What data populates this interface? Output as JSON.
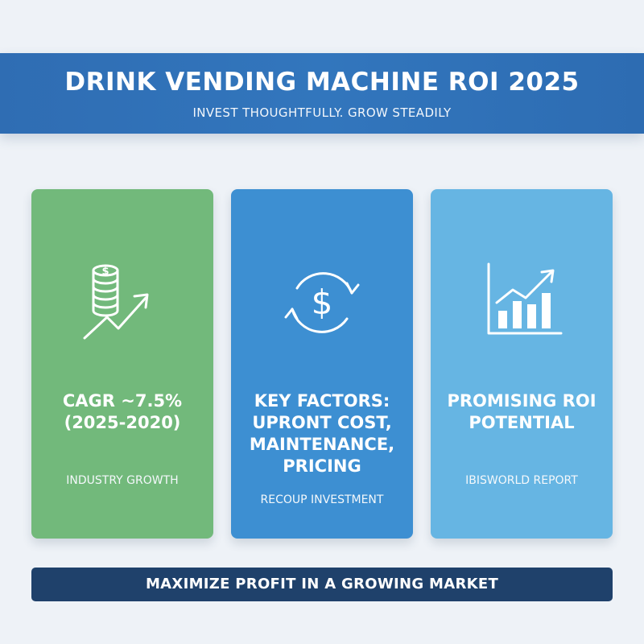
{
  "header": {
    "title": "DRINK VENDING MACHINE ROI 2025",
    "subtitle": "INVEST THOUGHTFULLY. GROW STEADILY"
  },
  "cards": [
    {
      "icon": "coins-growth-icon",
      "headline": "CAGR ~7.5%\n(2025-2020)",
      "caption": "INDUSTRY GROWTH",
      "color": "#72b97b"
    },
    {
      "icon": "dollar-cycle-icon",
      "headline": "KEY FACTORS:\nUPRONT COST,\nMAINTENANCE,\nPRICING",
      "caption": "RECOUP INVESTMENT",
      "color": "#3d8fd2"
    },
    {
      "icon": "bar-chart-growth-icon",
      "headline": "PROMISING ROI\nPOTENTIAL",
      "caption": "IBISWORLD REPORT",
      "color": "#66b5e3"
    }
  ],
  "footer": {
    "text": "MAXIMIZE PROFIT IN A GROWING MARKET"
  },
  "colors": {
    "banner": "#2f6db3",
    "footer": "#1f416b",
    "background": "#eef2f7"
  }
}
